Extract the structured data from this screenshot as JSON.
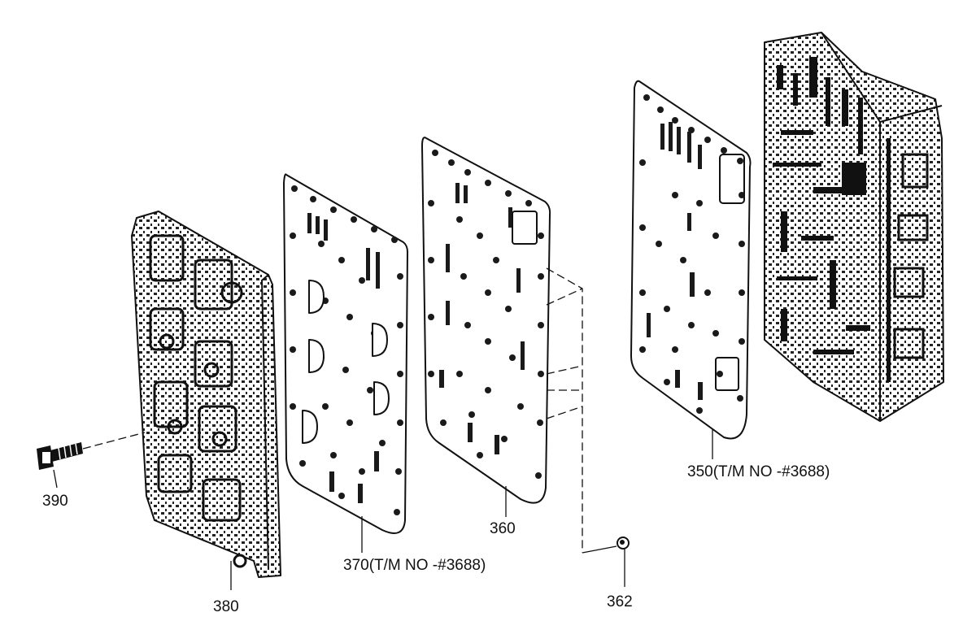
{
  "diagram": {
    "labels": {
      "p390": "390",
      "p380": "380",
      "p370": "370(T/M NO -#3688)",
      "p360": "360",
      "p362": "362",
      "p350": "350(T/M NO -#3688)"
    }
  }
}
